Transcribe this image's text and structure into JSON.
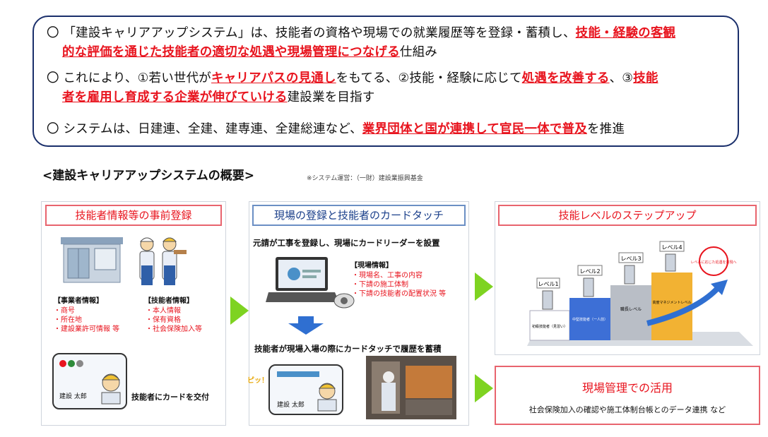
{
  "bullets": {
    "b1": {
      "mark": "〇",
      "part1": "「建設キャリアアップシステム」は、技能者の資格や現場での就業履歴等を登録・蓄積し、",
      "red1": "技能・経験の客観",
      "red2": "的な評価を通じた技能者の適切な処遇や現場管理につなげる",
      "part2": "仕組み"
    },
    "b2": {
      "mark": "〇",
      "part1": "これにより、①若い世代が",
      "red1": "キャリアパスの見通し",
      "part2": "をもてる、②技能・経験に応じて",
      "red2": "処遇を改善する",
      "part3": "、③",
      "red3": "技能",
      "red4": "者を雇用し育成する企業が伸びていける",
      "part4": "建設業を目指す"
    },
    "b3": {
      "mark": "〇",
      "part1": "システムは、日建連、全建、建専連、全建総連など、",
      "red1": "業界団体と国が連携して官民一体で普及",
      "part2": "を推進"
    }
  },
  "section": {
    "title": "<建設キャリアアップシステムの概要>",
    "note": "※システム運営：（一財）建設業振興基金"
  },
  "panel1": {
    "title": "技能者情報等の事前登録",
    "biz_head": "【事業者情報】",
    "biz_items": [
      "・商号",
      "・所在地",
      "・建設業許可情報 等"
    ],
    "worker_head": "【技能者情報】",
    "worker_items": [
      "・本人情報",
      "・保有資格",
      "・社会保険加入等"
    ],
    "card_name": "建設 太郎",
    "card_caption": "技能者にカードを交付"
  },
  "panel2": {
    "title": "現場の登録と技能者のカードタッチ",
    "step1": "元請が工事を登録し、現場にカードリーダーを設置",
    "info_head": "【現場情報】",
    "info_items": [
      "・現場名、工事の内容",
      "・下請の施工体制",
      "・下請の技能者の配置状況 等"
    ],
    "step2": "技能者が現場入場の際にカードタッチで履歴を蓄積",
    "touch_label": "ピッ！",
    "card_name": "建設 太郎"
  },
  "panel3": {
    "title": "技能レベルのステップアップ",
    "levels": [
      "レベル1",
      "レベル2",
      "レベル3",
      "レベル4"
    ],
    "block_labels": [
      "初級技能者（見習い）",
      "中堅技能者（一人前）",
      "職長レベル",
      "高度マネジメントレベル"
    ],
    "goal": "レベルに応じた処遇を実現へ"
  },
  "panel4": {
    "title": "現場管理での活用",
    "desc": "社会保険加入の確認や施工体制台帳とのデータ連携 など"
  },
  "colors": {
    "accent_red": "#e8141e",
    "navy": "#1a2f6b",
    "arrow_green": "#7ed321",
    "pink_border": "#e8646e",
    "blue_border": "#6b8fc4"
  }
}
